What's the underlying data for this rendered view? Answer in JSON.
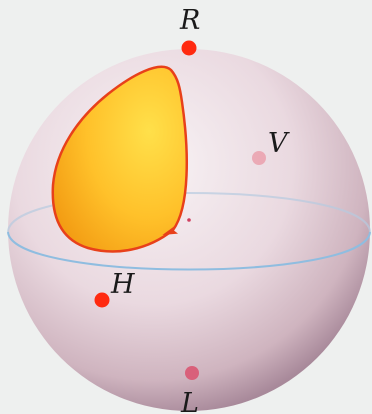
{
  "labels": {
    "R": "R",
    "V": "V",
    "H": "H",
    "L": "L"
  },
  "colors": {
    "background": "#eef0ef",
    "sphere_highlight": "#f7f2f4",
    "sphere_mid": "#e6d6dd",
    "sphere_edge": "#b79aa6",
    "equator": "#9cc4e0",
    "point_front": "#ff2a10",
    "point_back": "#e07080",
    "region_fill_light": "#ffd23a",
    "region_fill_dark": "#f4a010",
    "region_outline": "#e8401a",
    "arrow": "#e8401a"
  },
  "icons": {
    "R": "filled-circle",
    "V": "filled-circle",
    "H": "filled-circle",
    "L": "filled-circle",
    "arrow": "arrow-right"
  }
}
